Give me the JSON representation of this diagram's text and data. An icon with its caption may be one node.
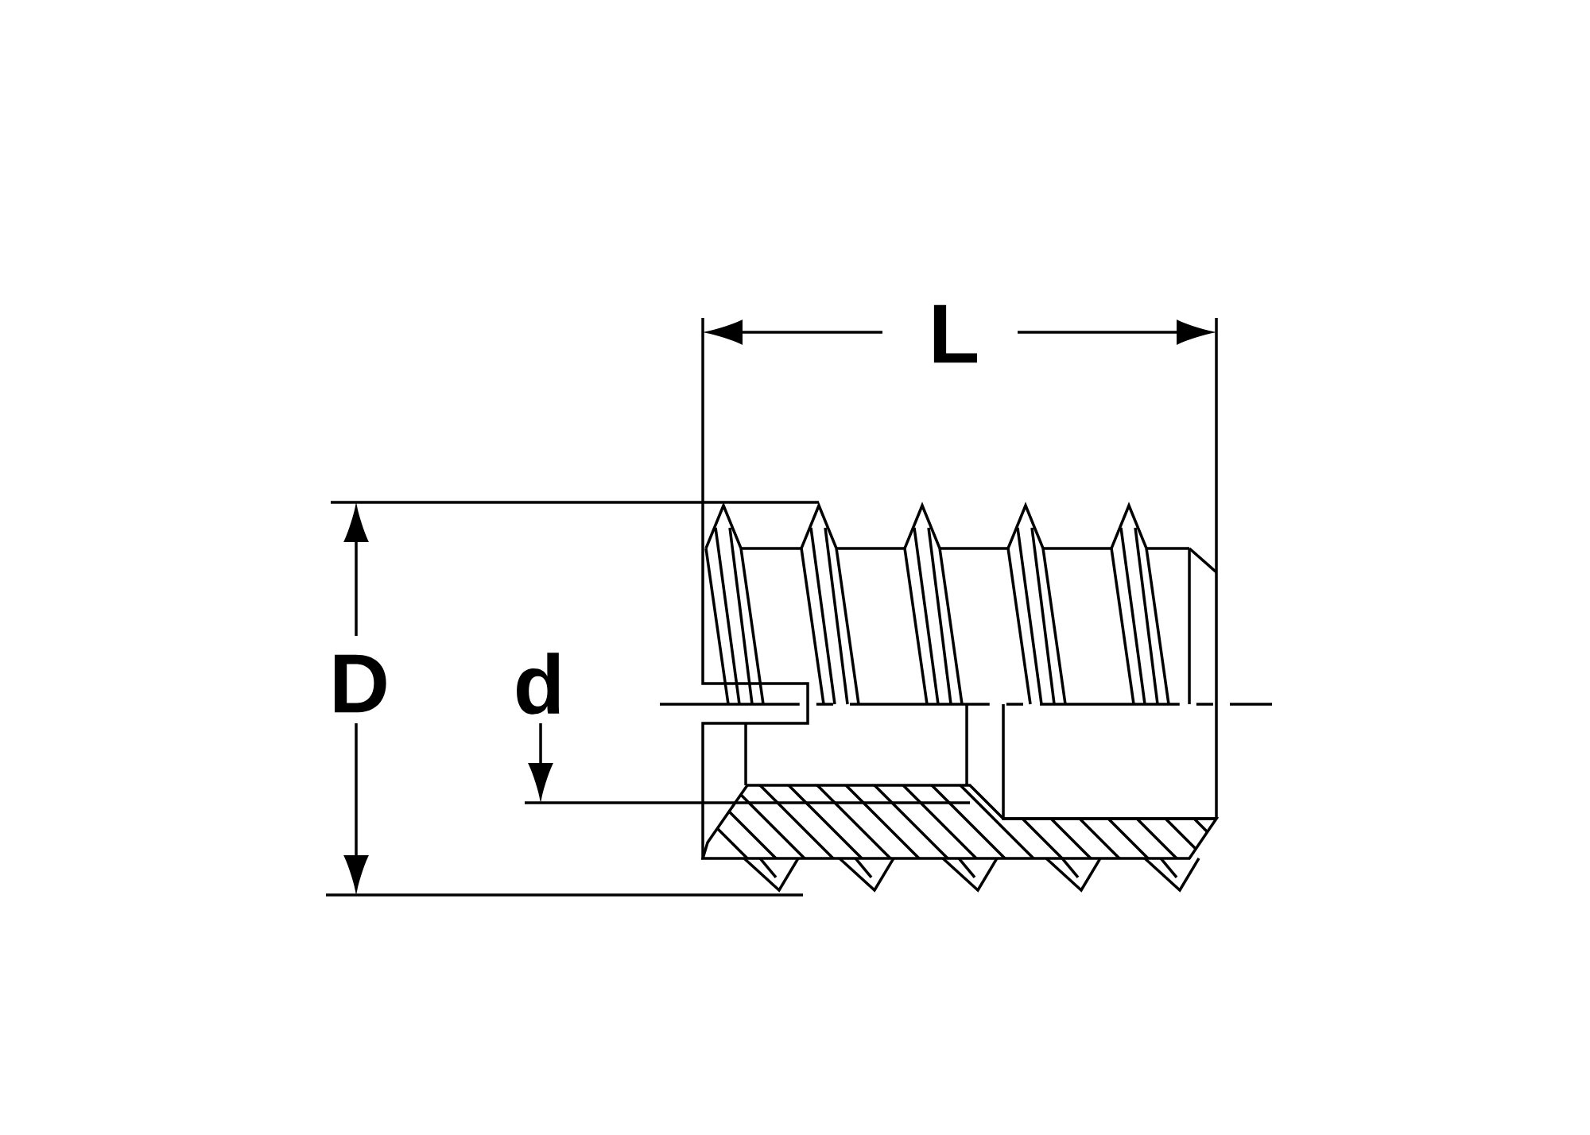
{
  "diagram": {
    "labels": [
      "L",
      "D",
      "d"
    ]
  }
}
